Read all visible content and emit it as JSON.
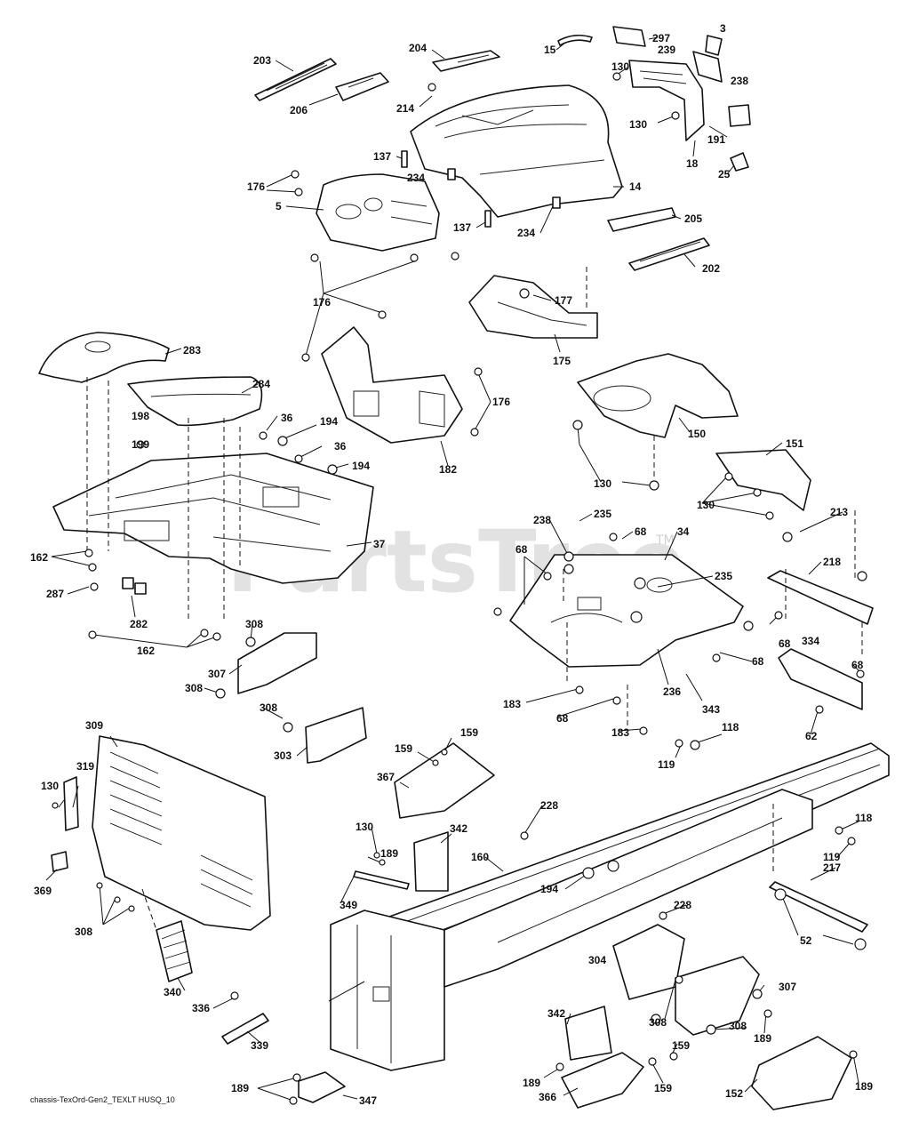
{
  "watermark": {
    "text": "PartsTree",
    "trademark": "TM"
  },
  "footer": {
    "code": "chassis-TexOrd-Gen2_TEXLT HUSQ_10"
  },
  "callouts": [
    "203",
    "206",
    "204",
    "214",
    "15",
    "297",
    "3",
    "130",
    "239",
    "238",
    "130",
    "191",
    "18",
    "25",
    "137",
    "234",
    "176",
    "5",
    "137",
    "234",
    "14",
    "205",
    "202",
    "177",
    "175",
    "176",
    "283",
    "284",
    "198",
    "199",
    "36",
    "194",
    "36",
    "194",
    "176",
    "182",
    "150",
    "130",
    "151",
    "130",
    "213",
    "218",
    "235",
    "238",
    "68",
    "34",
    "235",
    "68",
    "68",
    "37",
    "162",
    "287",
    "282",
    "162",
    "308",
    "307",
    "308",
    "308",
    "303",
    "183",
    "68",
    "236",
    "183",
    "343",
    "68",
    "334",
    "68",
    "62",
    "118",
    "119",
    "309",
    "319",
    "130",
    "369",
    "159",
    "159",
    "367",
    "228",
    "130",
    "342",
    "189",
    "349",
    "160",
    "194",
    "118",
    "119",
    "217",
    "52",
    "228",
    "308",
    "340",
    "304",
    "307",
    "308",
    "308",
    "189",
    "336",
    "339",
    "342",
    "159",
    "189",
    "366",
    "159",
    "152",
    "189",
    "189",
    "347"
  ]
}
